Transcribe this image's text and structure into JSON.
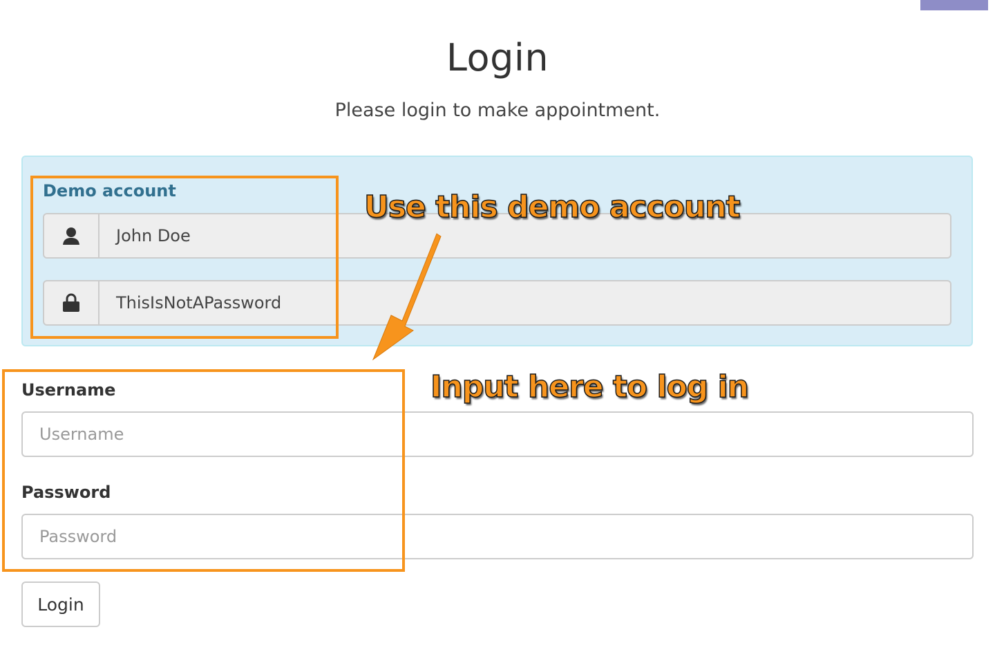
{
  "page": {
    "title": "Login",
    "subtitle": "Please login to make appointment."
  },
  "demo_account": {
    "heading": "Demo account",
    "username": "John Doe",
    "password": "ThisIsNotAPassword",
    "user_icon": "user-icon",
    "lock_icon": "lock-icon"
  },
  "form": {
    "username_label": "Username",
    "username_placeholder": "Username",
    "password_label": "Password",
    "password_placeholder": "Password",
    "login_button": "Login"
  },
  "annotations": {
    "demo_callout": "Use this demo account",
    "input_callout": "Input here to log in"
  },
  "colors": {
    "annotation": "#f7941d",
    "panel_bg": "#d9edf7",
    "panel_heading": "#31708f"
  }
}
